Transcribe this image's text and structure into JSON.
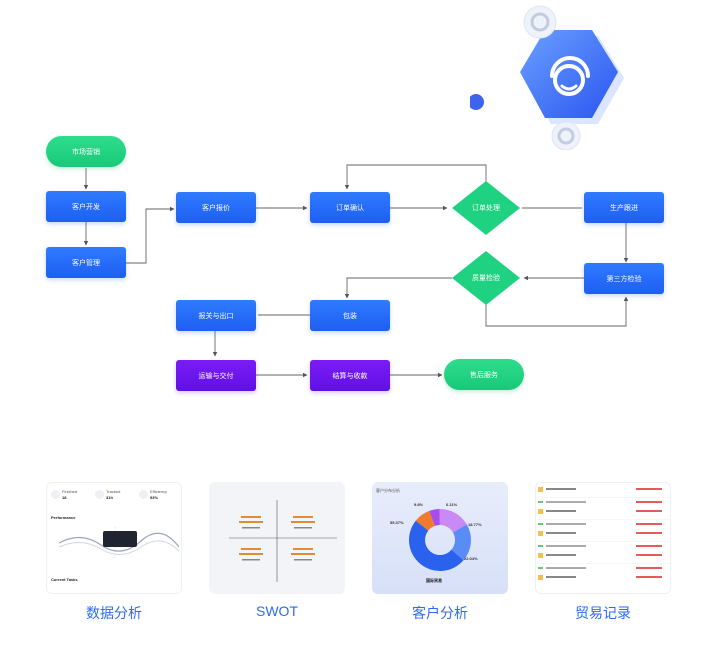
{
  "flow": {
    "start": "市场营销",
    "customer_dev": "客户开发",
    "customer_mgmt": "客户管理",
    "quote": "客户报价",
    "order_confirm": "订单确认",
    "order_approve": "订单处理",
    "production": "生产跟进",
    "third_party": "第三方检验",
    "quality_check": "质量检验",
    "ship": "报关与出口",
    "packing": "包装",
    "transport": "运输与交付",
    "settle": "结算与收款",
    "after_sales": "售后服务"
  },
  "gallery": {
    "items": [
      {
        "caption": "数据分析"
      },
      {
        "caption": "SWOT"
      },
      {
        "caption": "客户分析"
      },
      {
        "caption": "贸易记录"
      }
    ]
  },
  "thumb_data": {
    "stats": [
      {
        "label": "Finished",
        "value": "18"
      },
      {
        "label": "Tracked",
        "value": "31h"
      },
      {
        "label": "Efficiency",
        "value": "93%"
      }
    ],
    "performance": "Performance",
    "current_tasks": "Current Tasks",
    "donut_title": "客户分布分析",
    "donut_labels": [
      "9.8%",
      "6.11%",
      "55.37%",
      "18.77%",
      "22.04%"
    ],
    "donut_brand": "国际贸易"
  },
  "chart_data": {
    "type": "pie",
    "title": "客户分布分析",
    "values": [
      9.8,
      6.11,
      18.77,
      22.04,
      55.37
    ],
    "labels": [
      "9.8%",
      "6.11%",
      "18.77%",
      "22.04%",
      "55.37%"
    ]
  },
  "colors": {
    "blue": "#2368f5",
    "purple": "#6a14ef",
    "green": "#1fd281",
    "caption": "#2d6bf0"
  }
}
